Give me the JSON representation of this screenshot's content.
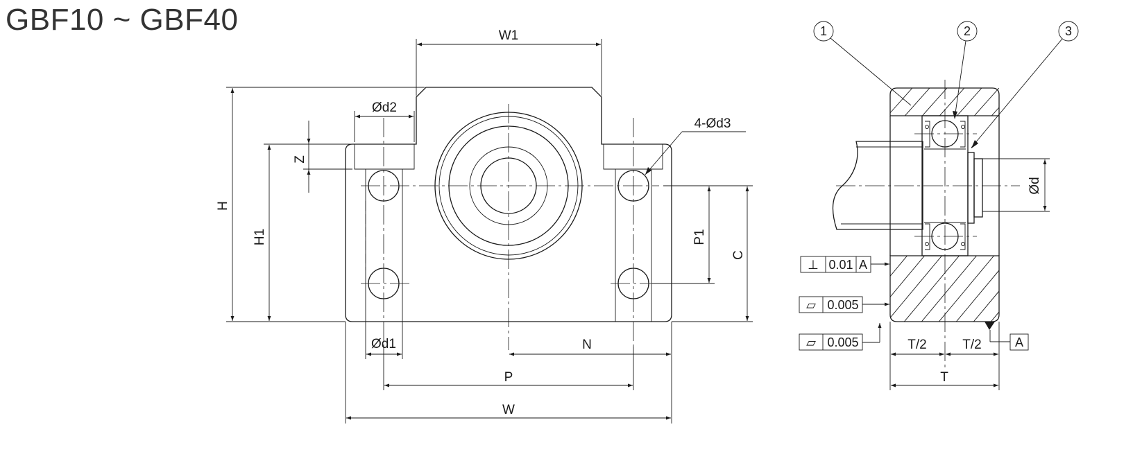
{
  "title": "GBF10 ~ GBF40",
  "front_view": {
    "labels": {
      "w1": "W1",
      "d2": "Ød2",
      "d3": "4-Ød3",
      "z": "Z",
      "h": "H",
      "h1": "H1",
      "p1": "P1",
      "c": "C",
      "d1": "Ød1",
      "n": "N",
      "p": "P",
      "w": "W"
    }
  },
  "side_view": {
    "balloons": [
      "1",
      "2",
      "3"
    ],
    "labels": {
      "d": "Ød",
      "t_half_left": "T/2",
      "t_half_right": "T/2",
      "t": "T",
      "datum": "A"
    },
    "tolerances": [
      {
        "symbol": "⊥",
        "value": "0.01",
        "datum": "A"
      },
      {
        "symbol": "▱",
        "value": "0.005"
      },
      {
        "symbol": "▱",
        "value": "0.005"
      }
    ]
  }
}
